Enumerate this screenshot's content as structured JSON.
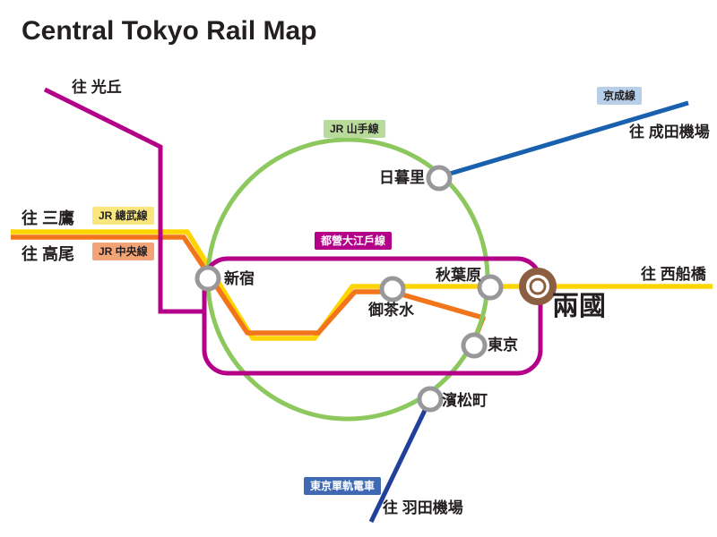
{
  "title": "Central Tokyo Rail Map",
  "lines": {
    "yamanote": {
      "badge": "JR 山手線",
      "color": "#8cc85e",
      "badge_bg": "#b8db9c"
    },
    "sobu": {
      "badge": "JR 總武線",
      "color": "#fed500",
      "badge_bg": "#f9e77d",
      "toward_west": "往 三鷹",
      "toward_east": "往 西船橋"
    },
    "chuo": {
      "badge": "JR 中央線",
      "color": "#f2741b",
      "badge_bg": "#f2a477",
      "toward_west": "往 高尾"
    },
    "oedo": {
      "badge": "都營大江戶線",
      "color": "#b40088",
      "badge_bg": "#b40088",
      "toward_branch": "往 光丘"
    },
    "keisei": {
      "badge": "京成線",
      "color": "#1961ae",
      "badge_bg": "#b7cfe9",
      "toward": "往 成田機場"
    },
    "monorail": {
      "badge": "東京單軌電車",
      "color": "#20409a",
      "badge_bg": "#3f69b3",
      "toward": "往 羽田機場"
    }
  },
  "stations": {
    "shinjuku": {
      "name": "新宿"
    },
    "nippori": {
      "name": "日暮里"
    },
    "ochanomizu": {
      "name": "御茶水"
    },
    "akihabara": {
      "name": "秋葉原"
    },
    "tokyo": {
      "name": "東京"
    },
    "hamamatsucho": {
      "name": "濱松町"
    },
    "ryogoku": {
      "name": "兩國"
    }
  },
  "markers": {
    "station_ring_color": "#98989a",
    "ryogoku_ring_color": "#8c5f42"
  },
  "colors": {
    "background": "#ffffff",
    "text": "#231f20"
  }
}
